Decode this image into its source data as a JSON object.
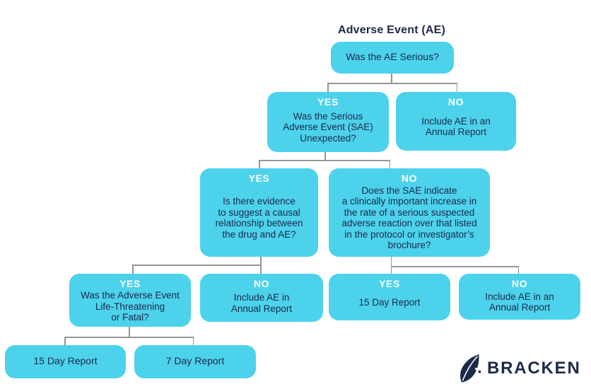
{
  "page": {
    "title": "Adverse Event (AE)"
  },
  "colors": {
    "box_fill": "#4dd2ec",
    "text_navy": "#1b2a49",
    "label_white": "#ffffff",
    "connector_gray": "#8f969c",
    "background": "#ffffff"
  },
  "nodes": [
    {
      "id": "root",
      "label": "",
      "text": "Was the AE Serious?"
    },
    {
      "id": "l2-yes",
      "label": "YES",
      "text": "Was the Serious\nAdverse Event (SAE)\nUnexpected?"
    },
    {
      "id": "l2-no",
      "label": "NO",
      "text": "Include AE in an\nAnnual Report"
    },
    {
      "id": "l3-yes",
      "label": "YES",
      "text": "Is there evidence\nto suggest a causal\nrelationship between\nthe drug and AE?"
    },
    {
      "id": "l3-no",
      "label": "NO",
      "text": "Does the SAE indicate\na clinically important increase in\nthe rate of a serious suspected\nadverse reaction over that listed\nin the protocol or investigator’s\nbrochure?"
    },
    {
      "id": "l4-yes-left",
      "label": "YES",
      "text": "Was the Adverse Event\nLife-Threatening\nor Fatal?"
    },
    {
      "id": "l4-no-left",
      "label": "NO",
      "text": "Include AE in\nAnnual Report"
    },
    {
      "id": "l4-yes-right",
      "label": "YES",
      "text": "15 Day Report"
    },
    {
      "id": "l4-no-right",
      "label": "NO",
      "text": "Include AE in an\nAnnual Report"
    },
    {
      "id": "l5-15day",
      "label": "",
      "text": "15 Day Report"
    },
    {
      "id": "l5-7day",
      "label": "",
      "text": "7 Day Report"
    }
  ],
  "logo": {
    "icon": "bracken-leaf-icon",
    "text": "BRACKEN"
  }
}
